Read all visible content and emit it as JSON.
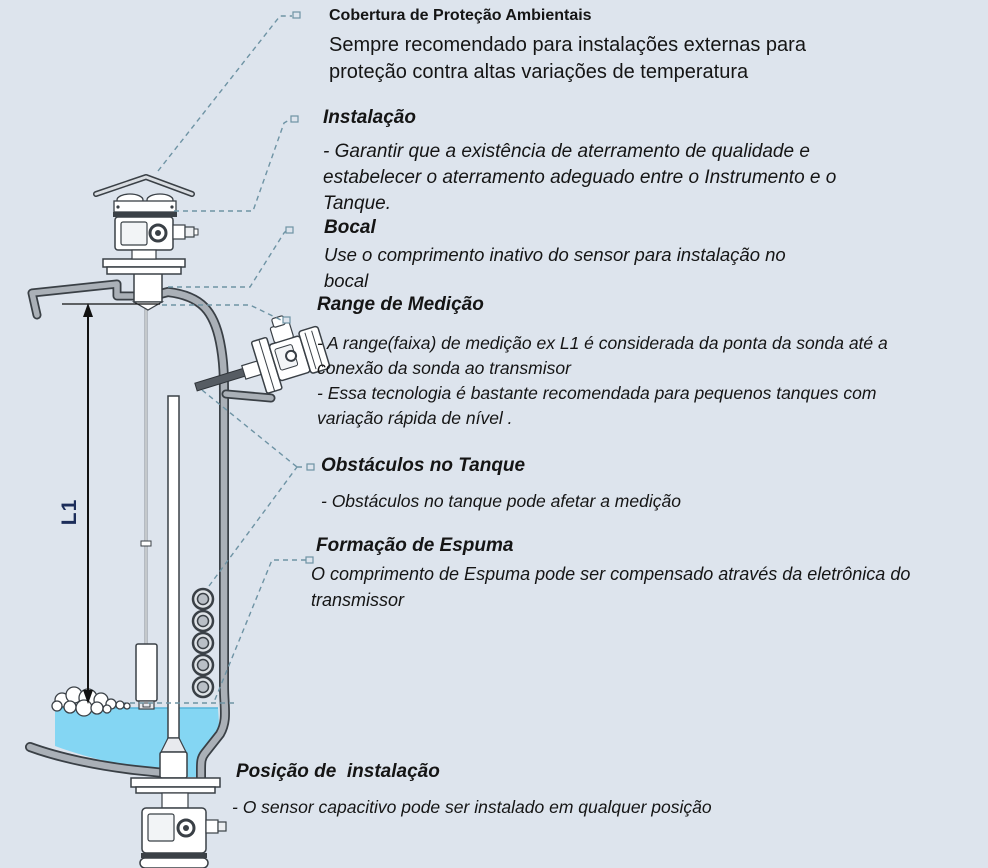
{
  "diagram": {
    "l1_label": "L1",
    "colors": {
      "background": "#dde4ed",
      "liquid": "#84d6f3",
      "tank_gray": "#aab0b7",
      "outline": "#3a4046",
      "callout_line": "#6e93a4",
      "l1_text": "#1c2d5a"
    },
    "callouts": [
      {
        "id": "cobertura",
        "title": "Cobertura de Proteção Ambientais",
        "body": "Sempre recomendado para instalações externas para\nproteção contra altas variações de temperatura"
      },
      {
        "id": "instalacao",
        "title": "Instalação",
        "body": "- Garantir que a existência de aterramento de qualidade e\nestabelecer o aterramento adeguado entre o Instrumento e o\nTanque."
      },
      {
        "id": "bocal",
        "title": "Bocal",
        "body": "Use o comprimento inativo do sensor para instalação no\nbocal"
      },
      {
        "id": "range-de-medicao",
        "title": "Range de Medição",
        "body": "- A range(faixa) de medição ex L1 é considerada da ponta da sonda até a\nconexão da sonda ao transmisor\n- Essa tecnologia é bastante recomendada para pequenos tanques com\nvariação rápida de nível ."
      },
      {
        "id": "obstaculos",
        "title": "Obstáculos no Tanque",
        "body": "- Obstáculos no tanque pode afetar a medição"
      },
      {
        "id": "espuma",
        "title": "Formação de Espuma",
        "body": "O comprimento de Espuma pode ser compensado através da eletrônica do\ntransmissor"
      },
      {
        "id": "posicao",
        "title": "Posição de  instalação",
        "body": "- O sensor capacitivo pode ser instalado em qualquer posição"
      }
    ]
  }
}
